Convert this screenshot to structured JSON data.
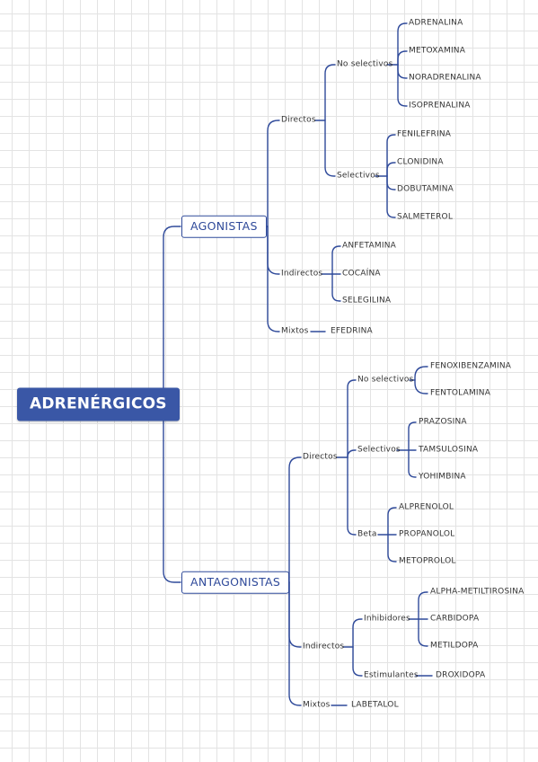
{
  "root": "ADRENÉRGICOS",
  "main": {
    "agonistas": "AGONISTAS",
    "antagonistas": "ANTAGONISTAS"
  },
  "agonistas": {
    "directos": {
      "label": "Directos",
      "no_selectivos": {
        "label": "No selectivos",
        "items": [
          "ADRENALINA",
          "METOXAMINA",
          "NORADRENALINA",
          "ISOPRENALINA"
        ]
      },
      "selectivos": {
        "label": "Selectivos",
        "items": [
          "FENILEFRINA",
          "CLONIDINA",
          "DOBUTAMINA",
          "SALMETEROL"
        ]
      }
    },
    "indirectos": {
      "label": "Indirectos",
      "items": [
        "ANFETAMINA",
        "COCAÍNA",
        "SELEGILINA"
      ]
    },
    "mixtos": {
      "label": "Mixtos",
      "items": [
        "EFEDRINA"
      ]
    }
  },
  "antagonistas": {
    "directos": {
      "label": "Directos",
      "no_selectivos": {
        "label": "No selectivos",
        "items": [
          "FENOXIBENZAMINA",
          "FENTOLAMINA"
        ]
      },
      "selectivos": {
        "label": "Selectivos",
        "items": [
          "PRAZOSINA",
          "TAMSULOSINA",
          "YOHIMBINA"
        ]
      },
      "beta": {
        "label": "Beta",
        "items": [
          "ALPRENOLOL",
          "PROPANOLOL",
          "METOPROLOL"
        ]
      }
    },
    "indirectos": {
      "label": "Indirectos",
      "inhibidores": {
        "label": "Inhibidores",
        "items": [
          "ALPHA-METILTIROSINA",
          "CARBIDOPA",
          "METILDOPA"
        ]
      },
      "estimulantes": {
        "label": "Estimulantes",
        "items": [
          "DROXIDOPA"
        ]
      }
    },
    "mixtos": {
      "label": "Mixtos",
      "items": [
        "LABETALOL"
      ]
    }
  },
  "colors": {
    "connector": "#2f4a9a",
    "root_fill": "#3a57a6",
    "text": "#333333"
  }
}
